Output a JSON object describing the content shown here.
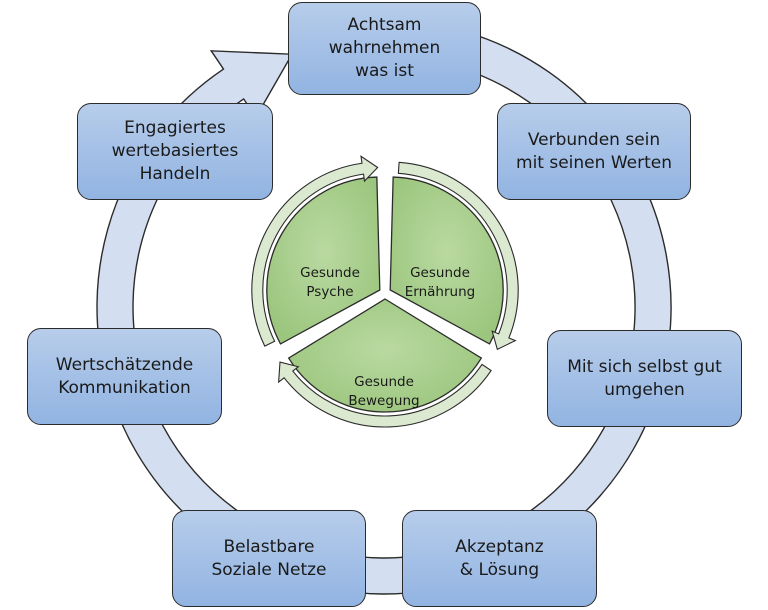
{
  "diagram": {
    "outer_cycle": {
      "direction": "clockwise",
      "steps": [
        {
          "id": "achtsam",
          "label": "Achtsam\nwahrnehmen\nwas ist"
        },
        {
          "id": "verbunden",
          "label": "Verbunden sein\nmit seinen Werten"
        },
        {
          "id": "mit-sich",
          "label": "Mit sich selbst gut\numgehen"
        },
        {
          "id": "akzeptanz",
          "label": "Akzeptanz\n& Lösung"
        },
        {
          "id": "belastbare",
          "label": "Belastbare\nSoziale Netze"
        },
        {
          "id": "wertschaetzende",
          "label": "Wertschätzende\nKommunikation"
        },
        {
          "id": "engagiertes",
          "label": "Engagiertes\nwertebasiertes\nHandeln"
        }
      ]
    },
    "inner_cycle": {
      "direction": "clockwise",
      "segments": [
        {
          "id": "psyche",
          "label": "Gesunde\nPsyche"
        },
        {
          "id": "ernaehrung",
          "label": "Gesunde\nErnährung"
        },
        {
          "id": "bewegung",
          "label": "Gesunde\nBewegung"
        }
      ]
    },
    "colors": {
      "box_fill_top": "#b7cdea",
      "box_fill_bottom": "#92b4e2",
      "ring_fill": "#d3dff0",
      "inner_fill": "#a9cf8e",
      "inner_ring_fill": "#dbe9d0",
      "stroke": "#2b2b2b"
    }
  }
}
